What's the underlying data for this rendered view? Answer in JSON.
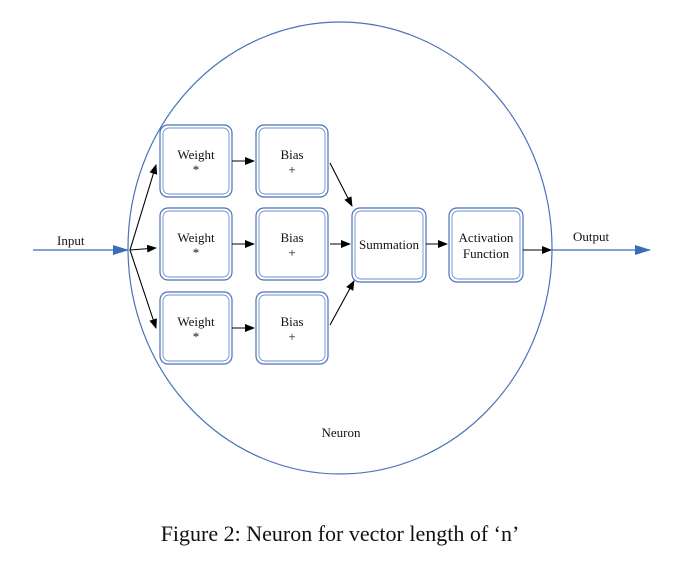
{
  "diagram": {
    "input_label": "Input",
    "output_label": "Output",
    "neuron_label": "Neuron",
    "weights": [
      {
        "line1": "Weight",
        "line2": "*"
      },
      {
        "line1": "Weight",
        "line2": "*"
      },
      {
        "line1": "Weight",
        "line2": "*"
      }
    ],
    "biases": [
      {
        "line1": "Bias",
        "line2": "+"
      },
      {
        "line1": "Bias",
        "line2": "+"
      },
      {
        "line1": "Bias",
        "line2": "+"
      }
    ],
    "summation": "Summation",
    "activation": {
      "line1": "Activation",
      "line2": "Function"
    },
    "colors": {
      "flow_arrow": "#3b6cb5",
      "box_border": "#4a72b8",
      "neuron_outline": "#4a72b8"
    }
  },
  "caption": "Figure 2: Neuron for vector length of ‘n’"
}
